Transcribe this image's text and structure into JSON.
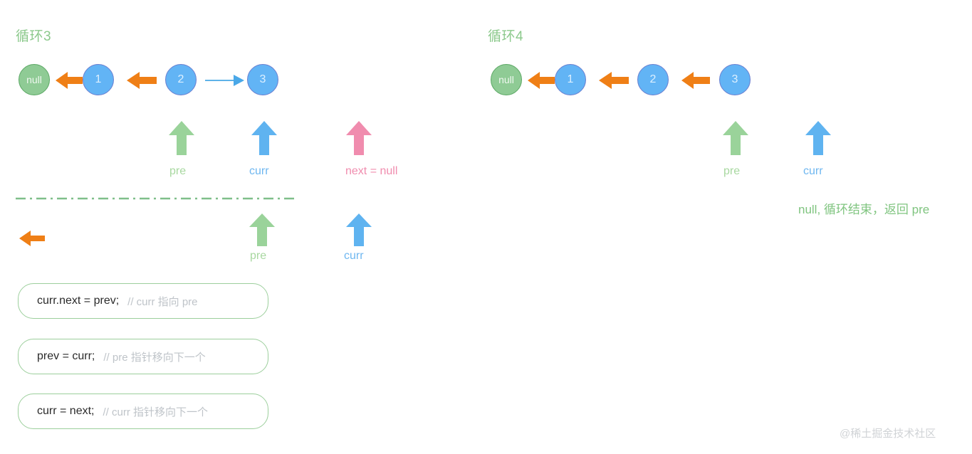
{
  "panels": [
    {
      "title": "循环3",
      "nodes": [
        {
          "label": "null",
          "kind": "null"
        },
        {
          "label": "1",
          "kind": "value"
        },
        {
          "label": "2",
          "kind": "value"
        },
        {
          "label": "3",
          "kind": "value"
        }
      ],
      "links": [
        {
          "from": "1",
          "to": "null",
          "direction": "left",
          "style": "thick-orange"
        },
        {
          "from": "2",
          "to": "1",
          "direction": "left",
          "style": "thick-orange"
        },
        {
          "from": "2",
          "to": "3",
          "direction": "right",
          "style": "thin-blue"
        }
      ],
      "pointers": [
        {
          "name": "pre",
          "label": "pre",
          "color": "#a8d8a0",
          "target": "2"
        },
        {
          "name": "curr",
          "label": "curr",
          "color": "#6fb7f0",
          "target": "3"
        },
        {
          "name": "next",
          "label": "next = null",
          "color": "#f08cae",
          "target": "none"
        }
      ],
      "pointers_after": [
        {
          "name": "pre",
          "label": "pre",
          "color": "#a8d8a0"
        },
        {
          "name": "curr",
          "label": "curr",
          "color": "#6fb7f0"
        }
      ]
    },
    {
      "title": "循环4",
      "nodes": [
        {
          "label": "null",
          "kind": "null"
        },
        {
          "label": "1",
          "kind": "value"
        },
        {
          "label": "2",
          "kind": "value"
        },
        {
          "label": "3",
          "kind": "value"
        }
      ],
      "links": [
        {
          "from": "1",
          "to": "null",
          "direction": "left",
          "style": "thick-orange"
        },
        {
          "from": "2",
          "to": "1",
          "direction": "left",
          "style": "thick-orange"
        },
        {
          "from": "3",
          "to": "2",
          "direction": "left",
          "style": "thick-orange"
        }
      ],
      "pointers": [
        {
          "name": "pre",
          "label": "pre",
          "color": "#a8d8a0",
          "target": "3"
        },
        {
          "name": "curr",
          "label": "curr",
          "color": "#6fb7f0",
          "target": "none"
        }
      ],
      "end_note": "null, 循环结束，返回 pre"
    }
  ],
  "code_steps": [
    {
      "statement": "curr.next = prev;",
      "comment": "// curr 指向 pre"
    },
    {
      "statement": "prev = curr;",
      "comment": "// pre 指针移向下一个"
    },
    {
      "statement": "curr = next;",
      "comment": "// curr 指针移向下一个"
    }
  ],
  "separator": {
    "style": "dash-dot",
    "color": "#7fbf8a"
  },
  "standalone_arrow": {
    "direction": "left",
    "color": "#ef7f16"
  },
  "watermark": "@稀土掘金技术社区",
  "colors": {
    "orange": "#ef7f16",
    "green_node": "#8fcb95",
    "blue_node": "#62b4f5",
    "green_text": "#8cc98c",
    "pink": "#f08cae",
    "light_blue_arrow": "#5fb3e8"
  }
}
